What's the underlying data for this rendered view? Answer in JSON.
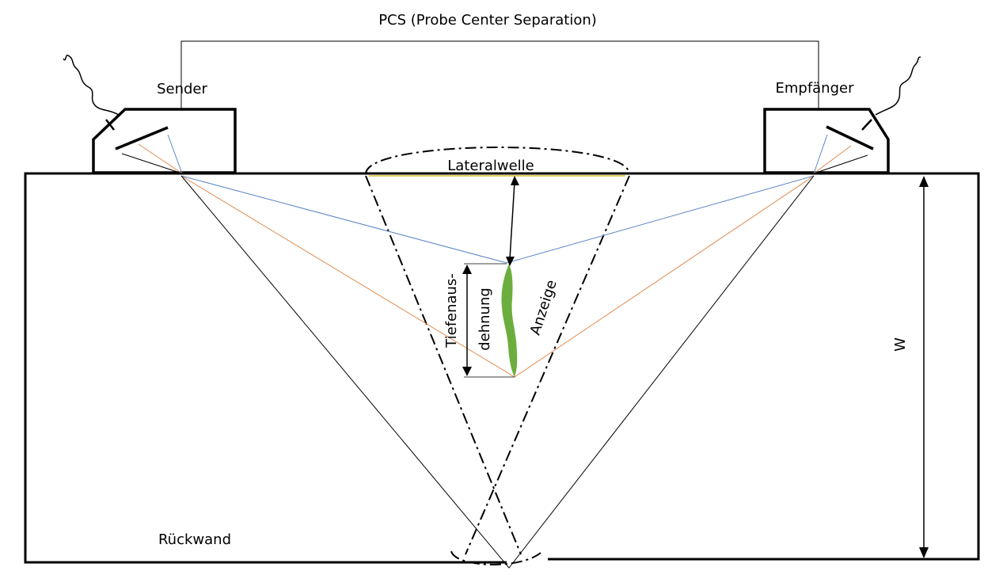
{
  "labels": {
    "pcs": "PCS (Probe Center Separation)",
    "sender": "Sender",
    "receiver": "Empfänger",
    "lateral_wave": "Lateralwelle",
    "depth_extent_line1": "Tiefenaus-",
    "depth_extent_line2": "dehnung",
    "indication": "Anzeige",
    "thickness": "W",
    "back_wall": "Rückwand"
  },
  "colors": {
    "outline": "#000000",
    "upper_tip_ray": "#5B86C4",
    "lower_tip_ray": "#E08A4F",
    "lateral_wave": "#D4C22B",
    "flaw": "#6BAE3E"
  }
}
